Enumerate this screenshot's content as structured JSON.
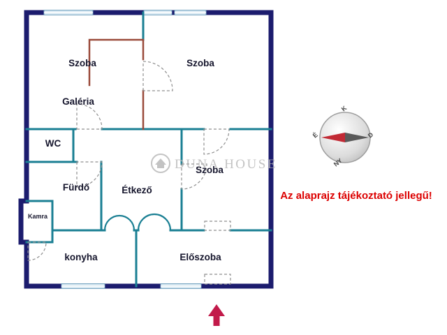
{
  "floorplan": {
    "rooms": [
      {
        "id": "szoba-top-left",
        "label": "Szoba"
      },
      {
        "id": "szoba-top-right",
        "label": "Szoba"
      },
      {
        "id": "galeria",
        "label": "Galéria"
      },
      {
        "id": "wc",
        "label": "WC"
      },
      {
        "id": "furdo",
        "label": "Fürdő"
      },
      {
        "id": "etkezo",
        "label": "Étkező"
      },
      {
        "id": "szoba-middle",
        "label": "Szoba"
      },
      {
        "id": "kamra",
        "label": "Kamra"
      },
      {
        "id": "konyha",
        "label": "konyha"
      },
      {
        "id": "eloszoba",
        "label": "Előszoba"
      }
    ],
    "disclaimer": "Az alaprajz tájékoztató jellegű!",
    "watermark": {
      "text": "DUNA HOUSE"
    },
    "compass": {
      "top": "K",
      "right": "D",
      "bottom": "NY",
      "left": "É"
    },
    "colors": {
      "outer_wall": "#1c1c6e",
      "inner_wall": "#1a7f93",
      "gallery_wall": "#9a4a3a",
      "window_fill": "#d8e8f2",
      "disclaimer_red": "#dc0000",
      "arrow_red": "#c21a4a",
      "watermark_gray": "#b5b5b5"
    }
  }
}
